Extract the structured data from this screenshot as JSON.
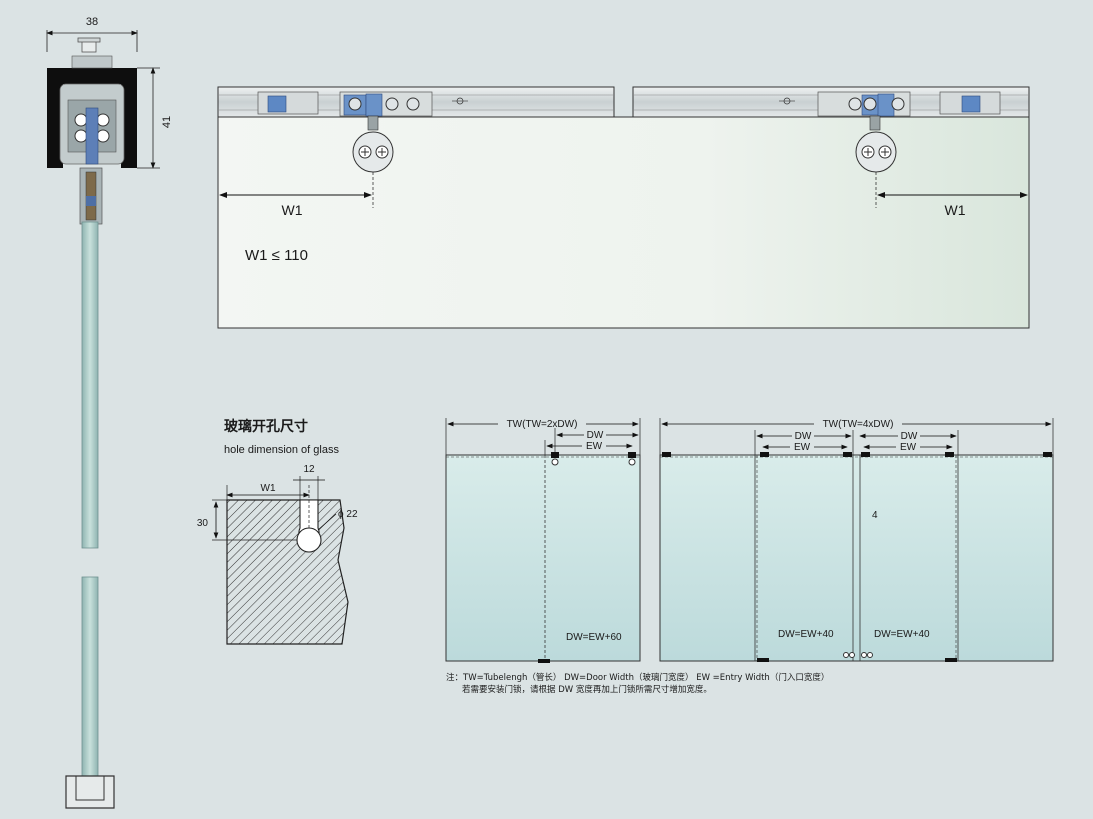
{
  "side_section": {
    "width_dim": "38",
    "height_dim": "41"
  },
  "top_view": {
    "w1_left": "W1",
    "w1_right": "W1",
    "w1_constraint": "W1 ≤ 110"
  },
  "hole_detail": {
    "title_cn": "玻璃开孔尺寸",
    "title_en": "hole dimension of glass",
    "dim_w1": "W1",
    "dim_slot": "12",
    "dim_height": "30",
    "dim_hole": "ϕ 22"
  },
  "two_door": {
    "tw": "TW(TW=2xDW)",
    "dw": "DW",
    "ew": "EW",
    "formula": "DW=EW+60"
  },
  "four_door": {
    "tw": "TW(TW=4xDW)",
    "dw_left": "DW",
    "ew_left": "EW",
    "dw_right": "DW",
    "ew_right": "EW",
    "marker": "4",
    "formula_left": "DW=EW+40",
    "formula_right": "DW=EW+40"
  },
  "notes": {
    "line1": "注：TW=Tubelengh（管长）  DW=Door Width（玻璃门宽度）  EW =Entry Width（门入口宽度）",
    "line2": "若需要安装门锁，请根据 DW 宽度再加上门锁所需尺寸增加宽度。"
  }
}
